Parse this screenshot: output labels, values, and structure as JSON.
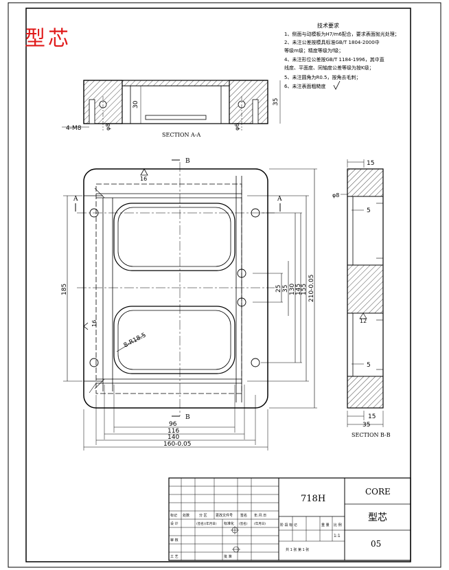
{
  "title_red": "型芯",
  "tech": {
    "heading": "技术要求",
    "lines": [
      "1、侧面与动模板为H7/m6配合，要求表面抛光处理；",
      "2、未注公差按模具标准GB/T 1804-2000中",
      "   等级m级；精度等级为f级；",
      "4、未注形位公差按GB/T 1184-1996，其中直",
      "   线度、平面度、同轴度公差等级为按K级；",
      "5、未注圆角为R0.5，按角去毛刺；",
      "6、未注表面粗糙度"
    ]
  },
  "section_aa": {
    "caption": "SECTION A-A",
    "dims": {
      "height_inner": "30",
      "height_total": "35",
      "hole_left": "φ8",
      "hole_right": "φ6",
      "screws": "4-M8"
    }
  },
  "plan": {
    "label_b_top": "B",
    "label_b_bottom": "B",
    "label_a_left": "A",
    "label_a_right": "A",
    "rough_top": "16",
    "rough_left": "16",
    "radius_note": "8-R18.5",
    "vertical_dims": [
      "25",
      "35",
      "130",
      "145",
      "155",
      "210-0.05"
    ],
    "left_dim": "185",
    "horizontal_dims": [
      "96",
      "116",
      "140",
      "160-0.05"
    ]
  },
  "section_bb": {
    "caption": "SECTION B-B",
    "dims": {
      "top": "15",
      "hole": "φ8",
      "step_top": "5",
      "rough": "12",
      "step_bottom": "5",
      "bottom_inner": "15",
      "bottom_total": "35"
    }
  },
  "title_block": {
    "model": "718H",
    "name_en": "CORE",
    "name_cn": "型芯",
    "drawing_no": "05",
    "scale": "1:1",
    "headers_row": [
      "标记",
      "处数",
      "分 区",
      "更改文件号",
      "签名",
      "年.月.日"
    ],
    "design_row": [
      "设 计",
      "(签名)(年月日)",
      "标准化",
      "(签名)",
      "(年月日)"
    ],
    "check": "审 核",
    "process": "工 艺",
    "approve": "批 准",
    "stage_cols": [
      "阶 段 标 记",
      "重 量",
      "比 例"
    ],
    "sheets": "共 1 张    第 1 张"
  }
}
